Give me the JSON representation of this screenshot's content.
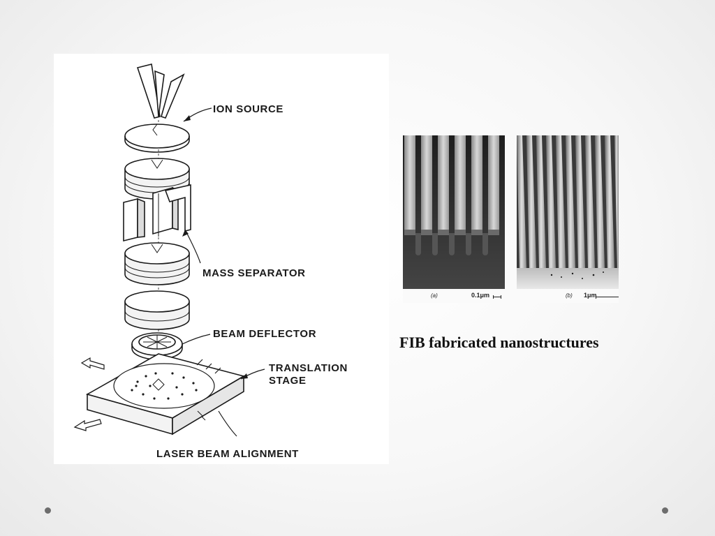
{
  "diagram": {
    "labels": {
      "ion_source": "ION SOURCE",
      "mass_separator": "MASS SEPARATOR",
      "beam_deflector": "BEAM DEFLECTOR",
      "translation_stage_line1": "TRANSLATION",
      "translation_stage_line2": "STAGE",
      "laser_beam_alignment": "LASER BEAM ALIGNMENT"
    }
  },
  "micrographs": {
    "a": {
      "tag": "(a)",
      "scale": "0.1μm"
    },
    "b": {
      "tag": "(b)",
      "scale": "1μm"
    }
  },
  "caption": "FIB fabricated nanostructures"
}
